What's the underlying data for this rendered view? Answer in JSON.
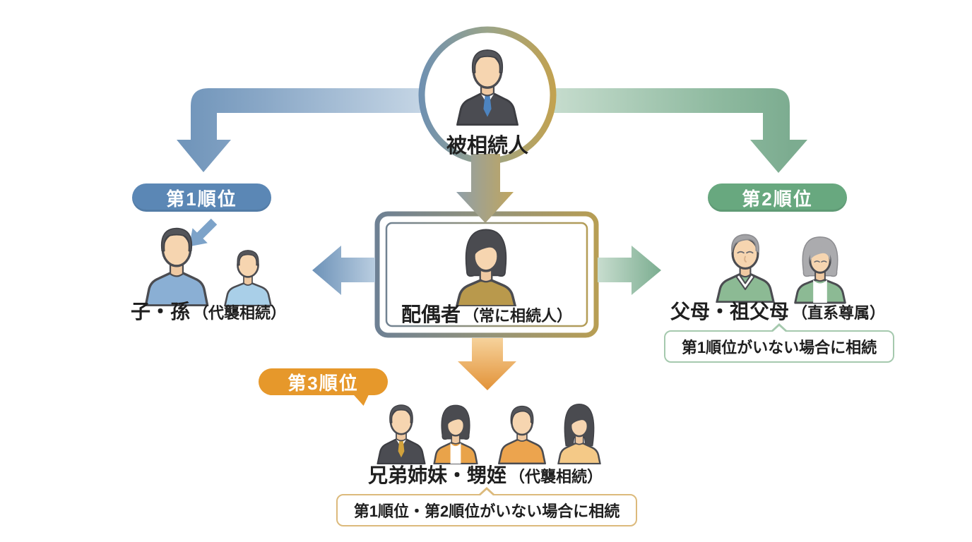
{
  "diagram_title_context": "相続順位図",
  "root": {
    "label": "被相続人"
  },
  "spouse": {
    "name": "配偶者",
    "paren": "（常に相続人）"
  },
  "rank1": {
    "badge": "第1順位",
    "name": "子・孫",
    "paren": "（代襲相続）"
  },
  "rank2": {
    "badge": "第2順位",
    "name": "父母・祖父母",
    "paren": "（直系尊属）",
    "note": "第1順位がいない場合に相続"
  },
  "rank3": {
    "badge": "第3順位",
    "name": "兄弟姉妹・甥姪",
    "paren": "（代襲相続）",
    "note": "第1順位・第2順位がいない場合に相続"
  },
  "colors": {
    "rank1_badge": "#5b87b5",
    "rank2_badge": "#68a87f",
    "rank3_badge": "#e6982b",
    "blue_arrow": "#7296bb",
    "green_arrow": "#7cac90",
    "orange_arrow": "#e29238",
    "ring_blue": "#6e90b2",
    "ring_gold": "#c3a24f",
    "note2_border": "#a5c9ae",
    "note3_border": "#dcba7c"
  },
  "icons": {
    "deceased": "man-suit-bust-icon",
    "spouse": "woman-bob-bust-icon",
    "rank1_figures": [
      "adult-child-icon",
      "grandchild-icon"
    ],
    "rank2_figures": [
      "elderly-man-icon",
      "elderly-woman-icon"
    ],
    "rank3_figures": [
      "sibling-man-suit-icon",
      "sibling-woman-icon",
      "nephew-icon",
      "niece-icon"
    ]
  }
}
